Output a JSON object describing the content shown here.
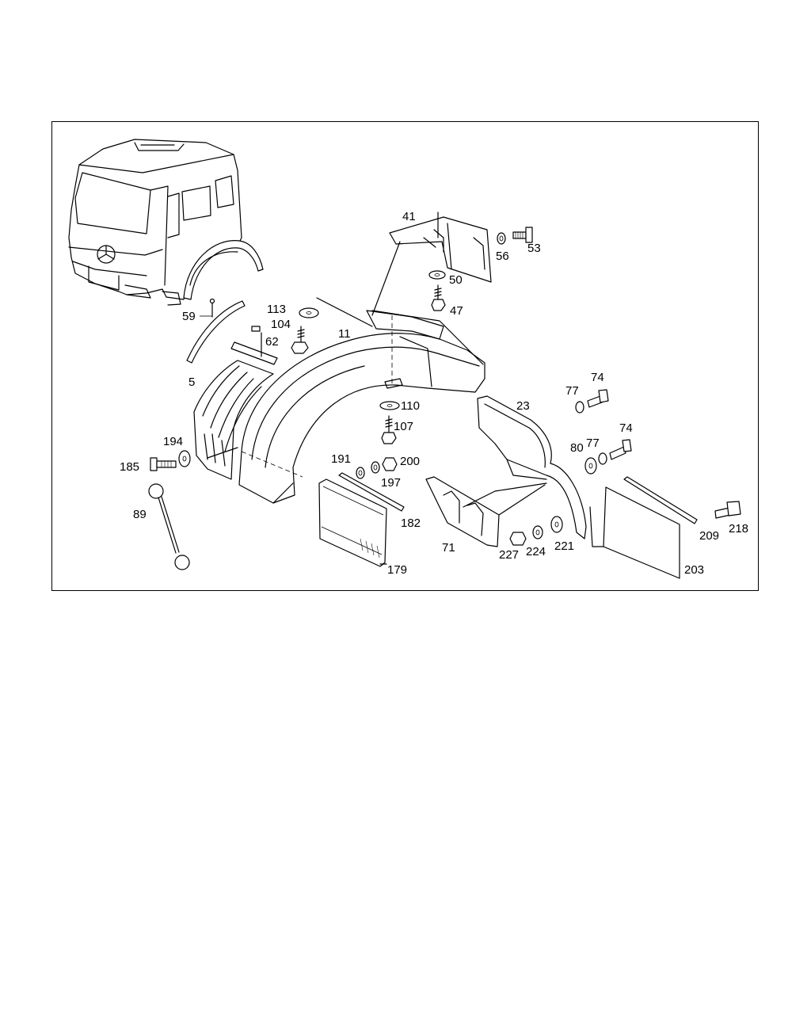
{
  "diagram": {
    "kind": "exploded parts diagram",
    "labels": {
      "p5": "5",
      "p11": "11",
      "p23": "23",
      "p41": "41",
      "p47": "47",
      "p50": "50",
      "p53": "53",
      "p56": "56",
      "p59": "59",
      "p62": "62",
      "p71": "71",
      "p74a": "74",
      "p74b": "74",
      "p77a": "77",
      "p77b": "77",
      "p80": "80",
      "p89": "89",
      "p104": "104",
      "p107": "107",
      "p110": "110",
      "p113": "113",
      "p179": "179",
      "p182": "182",
      "p185": "185",
      "p191": "191",
      "p194": "194",
      "p197": "197",
      "p200": "200",
      "p203": "203",
      "p209": "209",
      "p218": "218",
      "p221": "221",
      "p224": "224",
      "p227": "227"
    }
  }
}
